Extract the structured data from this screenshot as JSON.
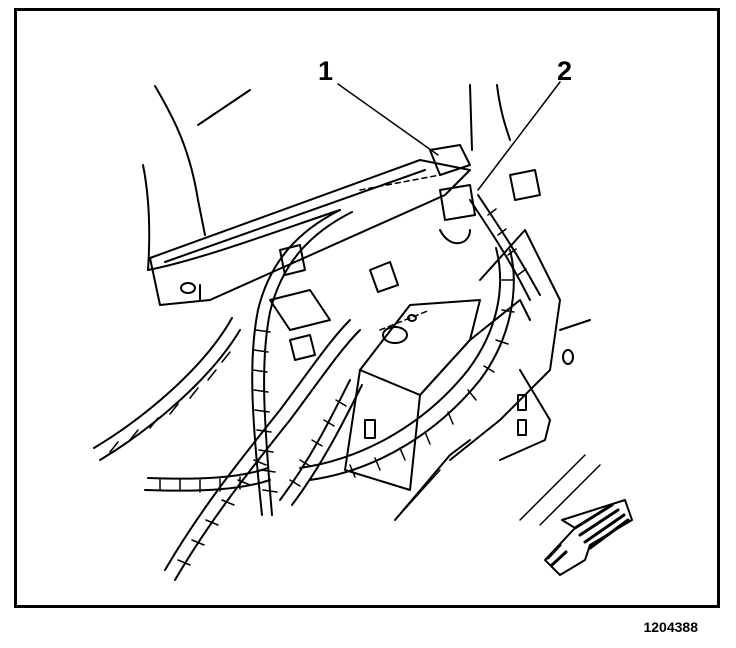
{
  "diagram": {
    "callouts": [
      {
        "id": "1",
        "label": "1"
      },
      {
        "id": "2",
        "label": "2"
      }
    ],
    "figure_number": "1204388",
    "colors": {
      "ink": "#000000",
      "paper": "#ffffff"
    }
  }
}
